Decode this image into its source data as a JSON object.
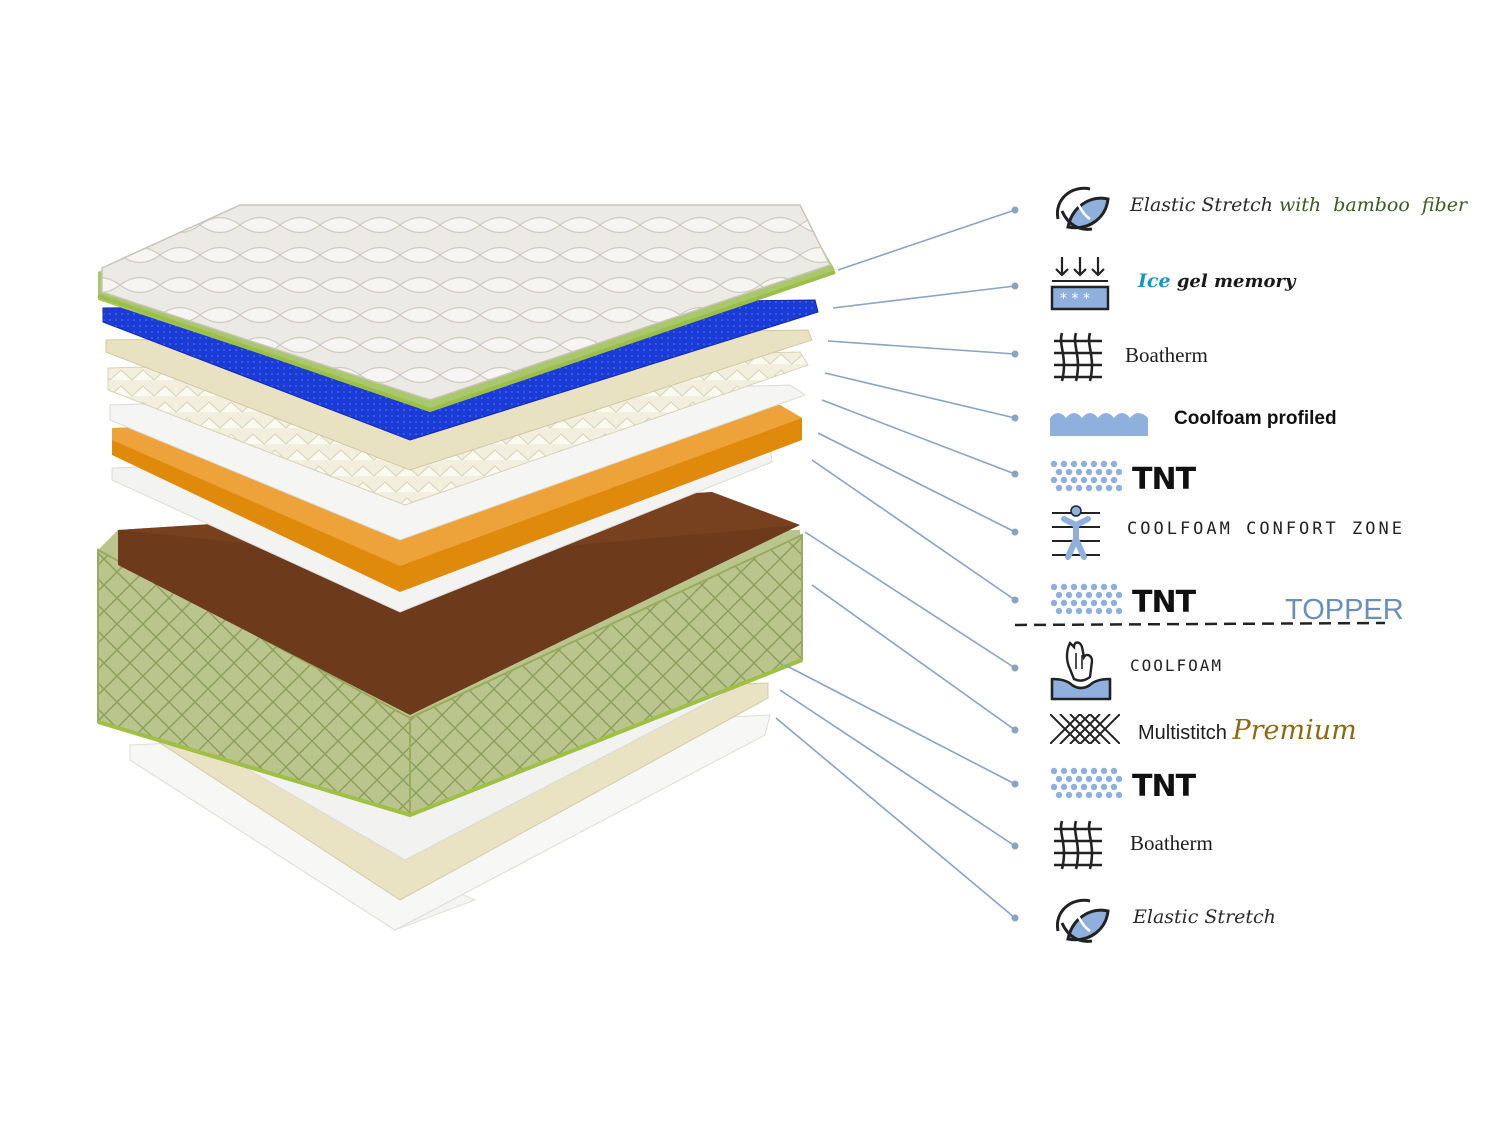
{
  "colors": {
    "leader_line": "#8aa3c2",
    "icon_blue": "#8fb0dd",
    "ice_cyan": "#1e93c2",
    "bamboo_green": "#3b5a1f",
    "premium_gold": "#8a6b14",
    "topper_text": "#6b8fb8",
    "foam_blue": "#1a3bd6",
    "orange_foam": "#e08a0c",
    "brown_core": "#6a3618",
    "green_fabric": "#b8c48a"
  },
  "layers": [
    {
      "id": "elastic-stretch-bamboo",
      "icon": "leaf-swirl-icon",
      "parts": [
        {
          "text": "Elastic Stretch",
          "style": "script"
        },
        {
          "text": " with  bamboo  fiber",
          "style": "script-green"
        }
      ]
    },
    {
      "id": "ice-gel-memory",
      "icon": "ice-gel-icon",
      "parts": [
        {
          "text": "Ice",
          "style": "ice"
        },
        {
          "text": " gel memory",
          "style": "ice-dark"
        }
      ]
    },
    {
      "id": "boatherm-top",
      "icon": "woven-fiber-icon",
      "parts": [
        {
          "text": "Boatherm",
          "style": "serif"
        }
      ]
    },
    {
      "id": "coolfoam-profiled",
      "icon": "wave-foam-icon",
      "parts": [
        {
          "text": "Coolfoam profiled",
          "style": "bold"
        }
      ]
    },
    {
      "id": "tnt-1",
      "icon": "dots-icon",
      "parts": [
        {
          "text": "TNT",
          "style": "tnt"
        }
      ]
    },
    {
      "id": "coolfoam-confort-zone",
      "icon": "body-zone-icon",
      "parts": [
        {
          "text": "COOLFOAM CONFORT ZONE",
          "style": "mono-wide"
        }
      ]
    },
    {
      "id": "tnt-2",
      "icon": "dots-icon",
      "parts": [
        {
          "text": "TNT",
          "style": "tnt"
        }
      ]
    },
    {
      "id": "coolfoam",
      "icon": "hand-press-icon",
      "parts": [
        {
          "text": "COOLFOAM",
          "style": "mono"
        }
      ]
    },
    {
      "id": "multistitch-premium",
      "icon": "crosshatch-icon",
      "parts": [
        {
          "text": "Multistitch ",
          "style": "sans"
        },
        {
          "text": "Premium",
          "style": "premium"
        }
      ]
    },
    {
      "id": "tnt-3",
      "icon": "dots-icon",
      "parts": [
        {
          "text": "TNT",
          "style": "tnt"
        }
      ]
    },
    {
      "id": "boatherm-bottom",
      "icon": "woven-fiber-icon",
      "parts": [
        {
          "text": "Boatherm",
          "style": "serif"
        }
      ]
    },
    {
      "id": "elastic-stretch",
      "icon": "leaf-swirl-icon",
      "parts": [
        {
          "text": "Elastic Stretch",
          "style": "script"
        }
      ]
    }
  ],
  "topper_label": "TOPPER"
}
